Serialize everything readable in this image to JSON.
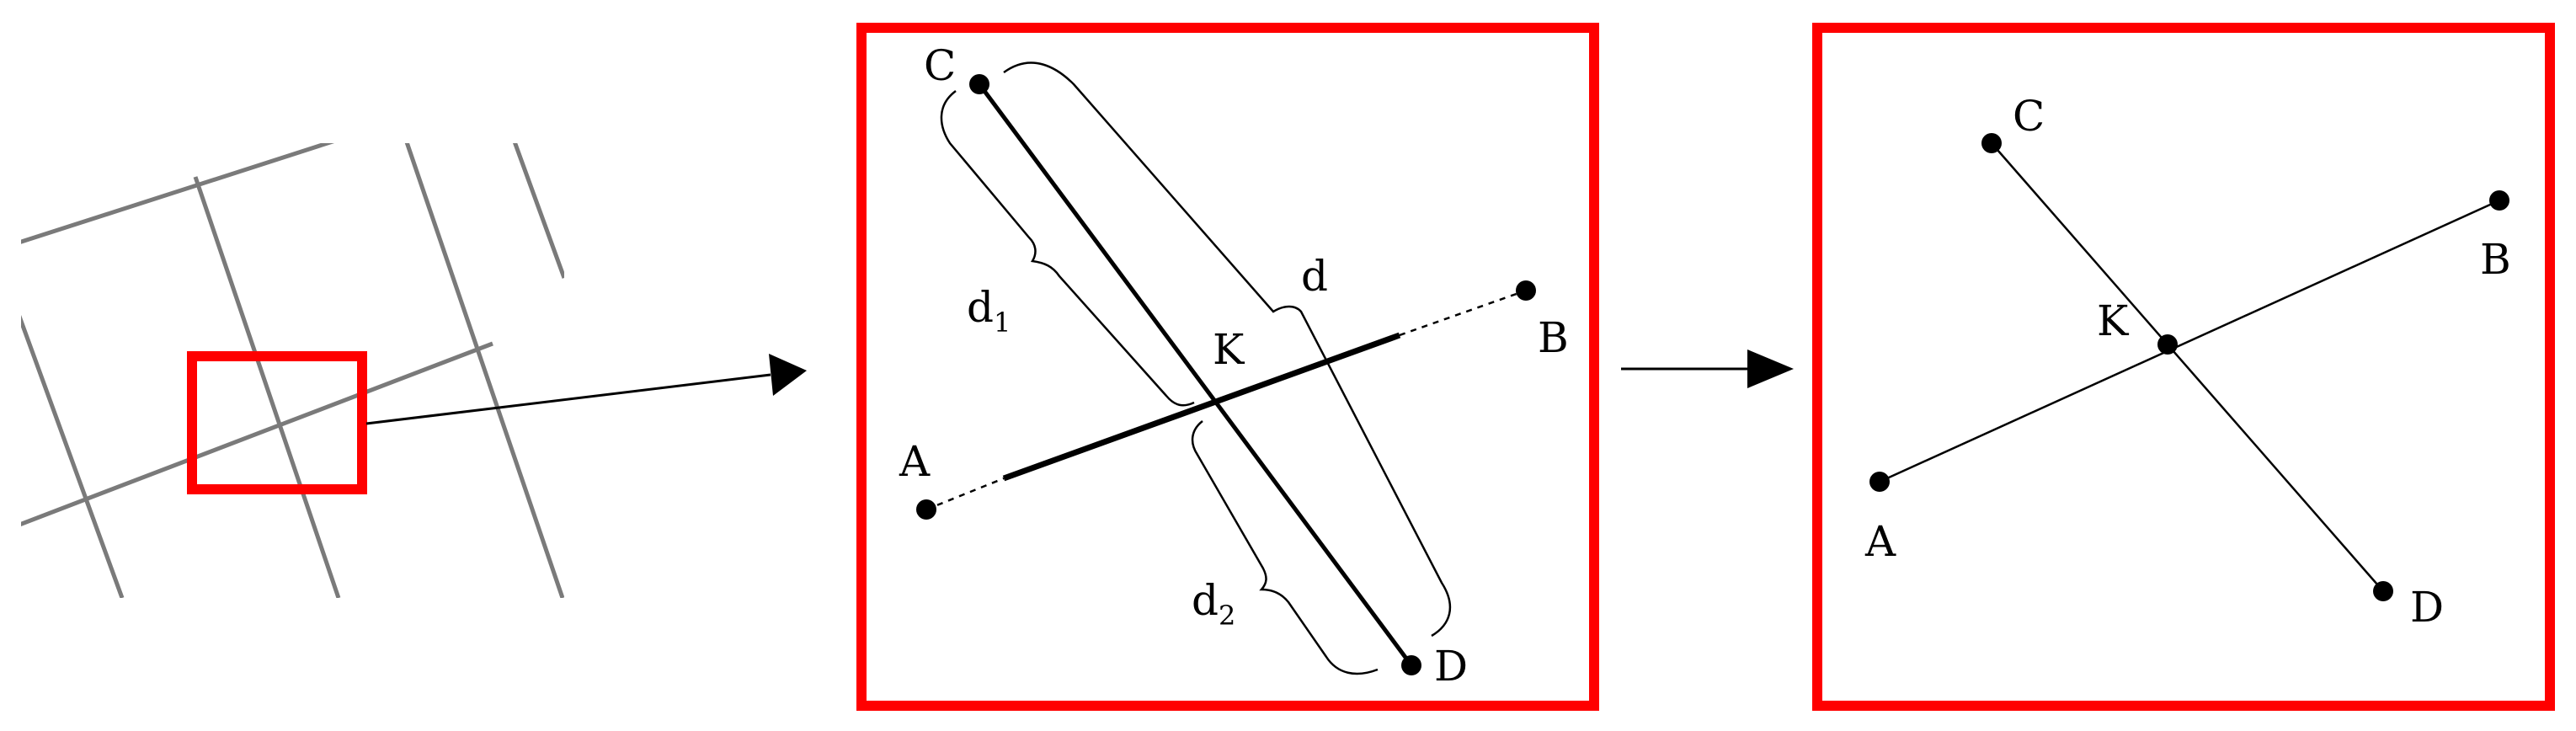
{
  "colors": {
    "frame": "#ff0000",
    "ink": "#000000",
    "grid": "#7a7a7a",
    "background": "#ffffff"
  },
  "labels": {
    "C": "C",
    "D": "D",
    "A": "A",
    "B": "B",
    "K": "K",
    "d": "d",
    "d1_base": "d",
    "d1_sub": "1",
    "d2_base": "d",
    "d2_sub": "2"
  },
  "panels": [
    "road-grid-overview",
    "intersection-detail",
    "simplified-intersection"
  ]
}
